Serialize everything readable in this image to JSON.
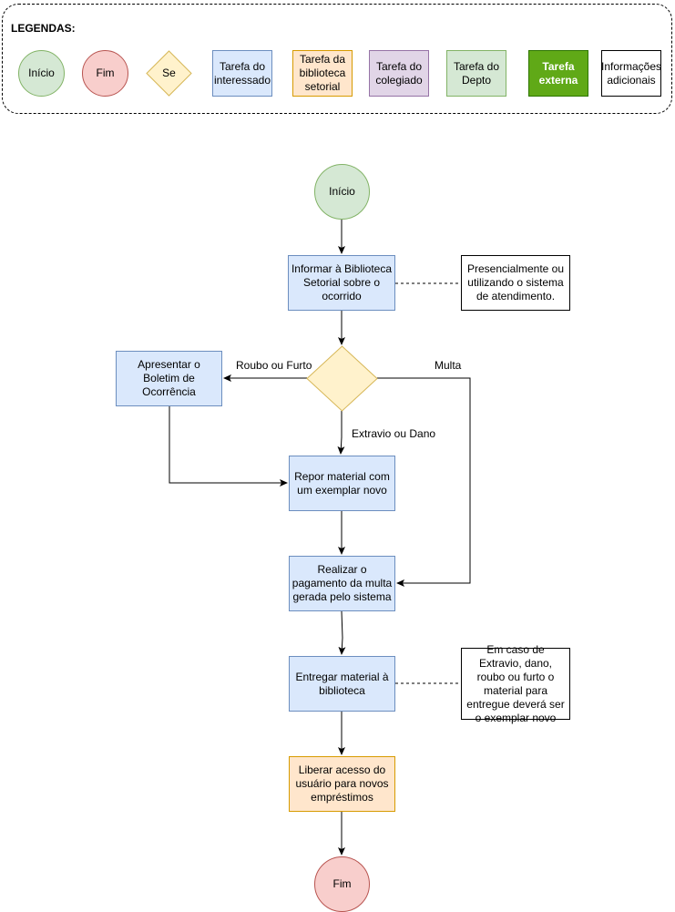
{
  "legend": {
    "title": "LEGENDAS:",
    "items": [
      {
        "key": "inicio",
        "label": "Início"
      },
      {
        "key": "fim",
        "label": "Fim"
      },
      {
        "key": "se",
        "label": "Se"
      },
      {
        "key": "interessado",
        "label": "Tarefa do interessado"
      },
      {
        "key": "biblioteca",
        "label": "Tarefa da biblioteca setorial"
      },
      {
        "key": "colegiado",
        "label": "Tarefa do colegiado"
      },
      {
        "key": "depto",
        "label": "Tarefa do Depto"
      },
      {
        "key": "externa",
        "label": "Tarefa externa"
      },
      {
        "key": "info",
        "label": "Informações adicionais"
      }
    ]
  },
  "flow": {
    "start": "Início",
    "inform": "Informar à Biblioteca Setorial sobre o ocorrido",
    "inform_note": "Presencialmente ou utilizando o sistema de atendimento.",
    "boletim": "Apresentar o Boletim de Ocorrência",
    "repor": "Repor material com um exemplar novo",
    "pagamento": "Realizar o pagamento da multa gerada pelo sistema",
    "entregar": "Entregar material à biblioteca",
    "entregar_note": "Em caso de Extravio, dano, roubo ou furto o material para entregue deverá ser o exemplar novo",
    "liberar": "Liberar acesso do usuário para novos empréstimos",
    "end": "Fim"
  },
  "edge_labels": {
    "roubo": "Roubo ou Furto",
    "multa": "Multa",
    "extravio": "Extravio ou Dano"
  },
  "colors": {
    "start_fill": "#d5e8d4",
    "start_stroke": "#82b366",
    "end_fill": "#f8cecc",
    "end_stroke": "#b85450",
    "decision_fill": "#fff2cc",
    "decision_stroke": "#d6b656",
    "user_task_fill": "#dae8fc",
    "user_task_stroke": "#6c8ebf",
    "library_task_fill": "#ffe6cc",
    "library_task_stroke": "#d79b00",
    "council_task_fill": "#e1d5e7",
    "dept_task_fill": "#d5e8d4",
    "external_task_fill": "#60a917"
  }
}
